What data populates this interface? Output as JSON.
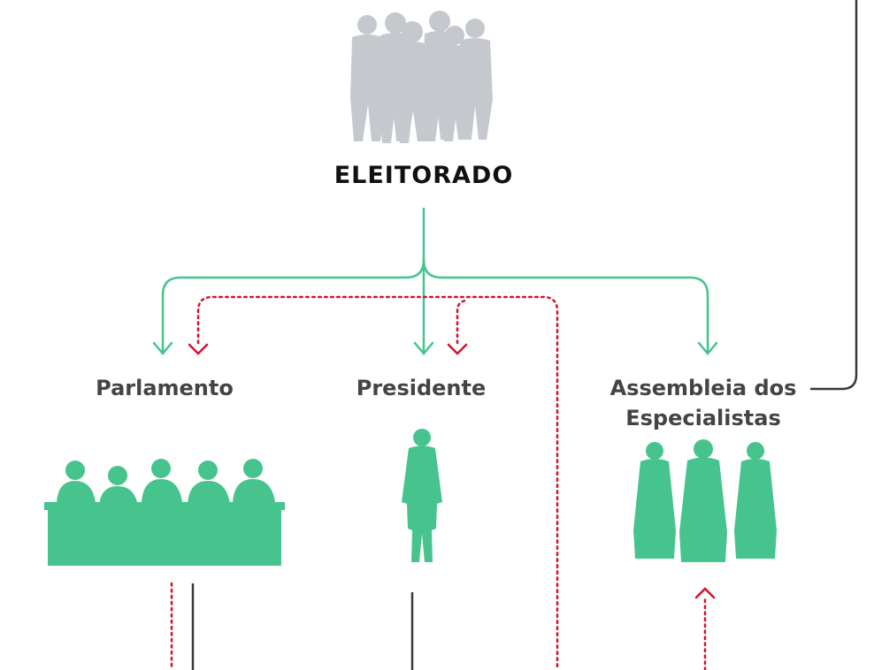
{
  "nodes": {
    "electorate": {
      "label": "ELEITORADO"
    },
    "parliament": {
      "label": "Parlamento"
    },
    "president": {
      "label": "Presidente"
    },
    "assembly": {
      "label_line1": "Assembleia dos",
      "label_line2": "Especialistas"
    }
  },
  "colors": {
    "electorate_figures": "#c5c9ce",
    "green": "#47c48e",
    "red": "#d8102a",
    "dark_line": "#3a3a3a",
    "label_text": "#444444"
  },
  "icons": {
    "electorate": "crowd-silhouette-icon",
    "parliament": "parliament-bench-icon",
    "president": "president-silhouette-icon",
    "assembly": "clerics-silhouette-icon"
  }
}
